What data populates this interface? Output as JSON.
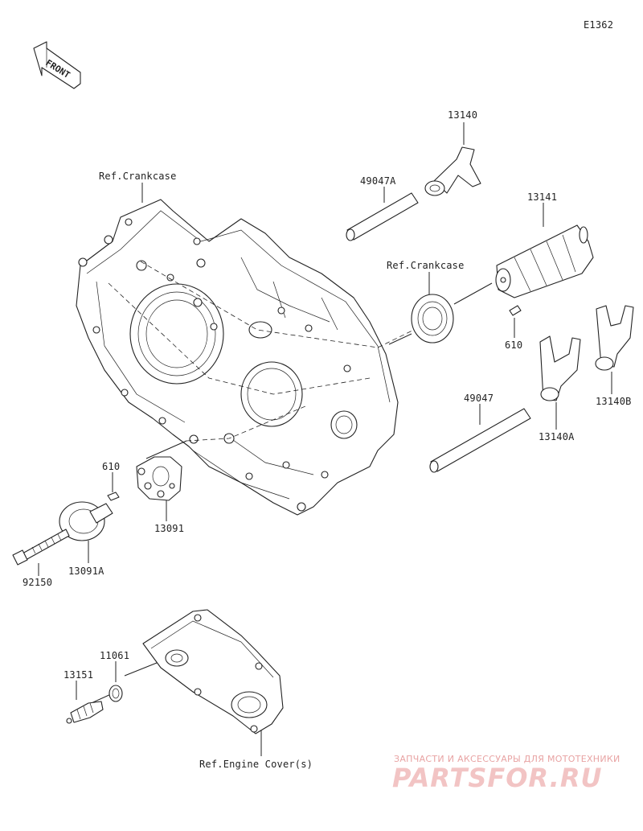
{
  "diagram_code": "E1362",
  "front_badge": "FRONT",
  "labels": {
    "ref_crankcase_top": "Ref.Crankcase",
    "ref_crankcase_mid": "Ref.Crankcase",
    "ref_engine_cover": "Ref.Engine Cover(s)",
    "p13140": "13140",
    "p49047a": "49047A",
    "p13141": "13141",
    "p610_right": "610",
    "p49047": "49047",
    "p13140a": "13140A",
    "p13140b": "13140B",
    "p610_left": "610",
    "p13091": "13091",
    "p13091a": "13091A",
    "p92150": "92150",
    "p11061": "11061",
    "p13151": "13151"
  },
  "watermark": {
    "subtitle": "ЗАПЧАСТИ И АКСЕССУАРЫ ДЛЯ МОТОТЕХНИКИ",
    "brand": "PARTSFOR.RU"
  }
}
